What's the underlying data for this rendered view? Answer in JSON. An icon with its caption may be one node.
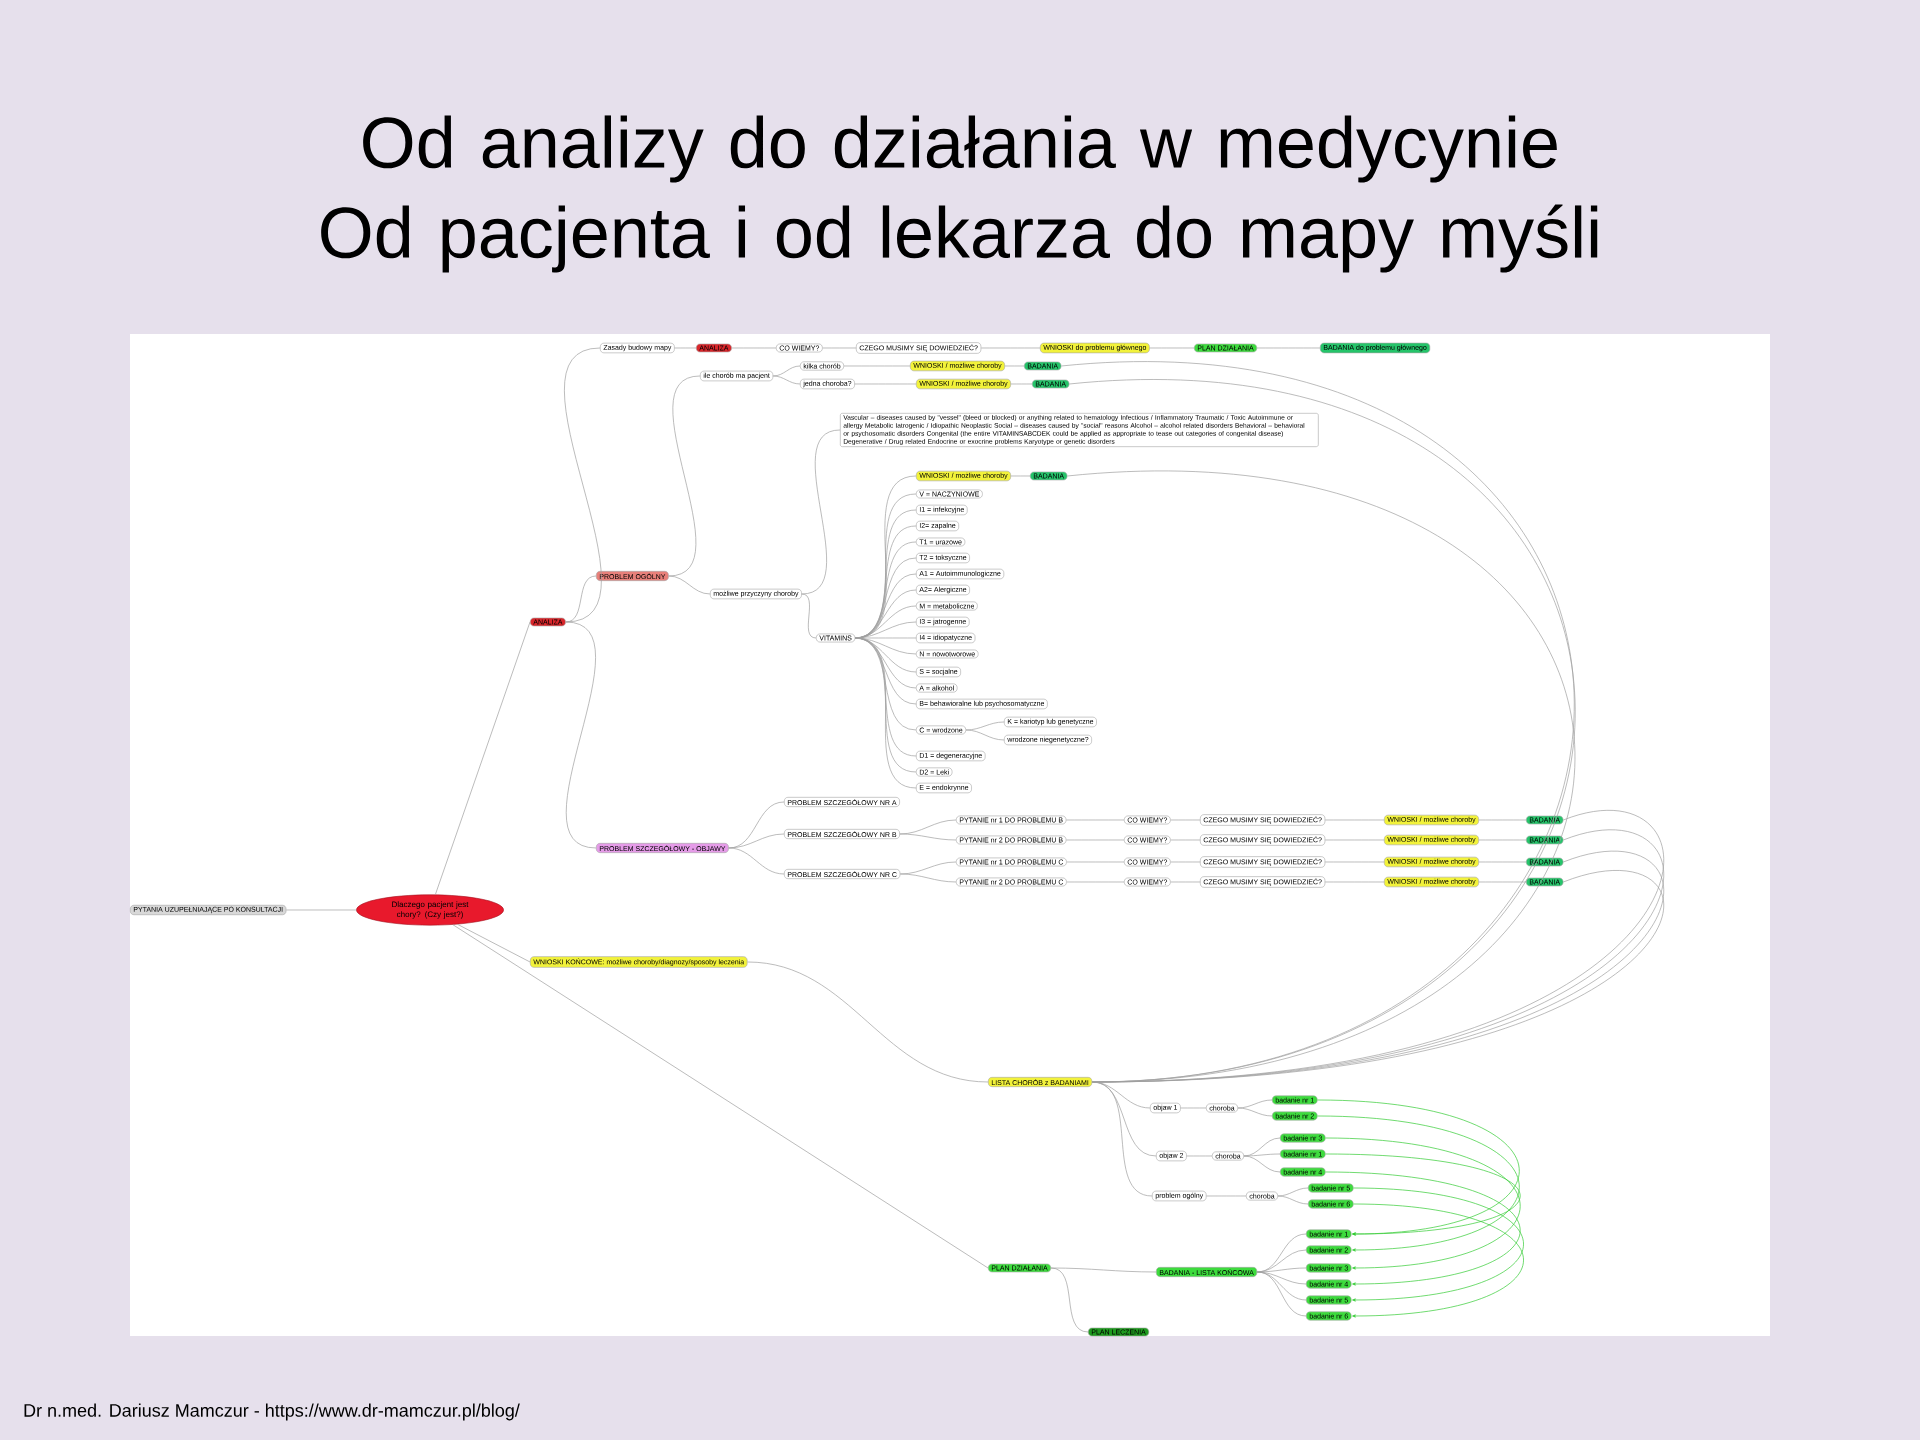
{
  "diagram": {
    "title": "Od analizy do działania w medycynie Od pacjenta i od lekarza do mapy myśli",
    "nodes": [
      {
        "text": [
          "Dlaczego pacjent jest chory? (Czy jest?)"
        ]
      },
      {
        "text": [
          "PYTANIA UZUPEŁNIAJĄCE PO KONSULTACJI"
        ]
      },
      {
        "text": [
          "ANALIZA"
        ]
      },
      {
        "text": [
          "Zasady budowy mapy"
        ]
      },
      {
        "text": [
          "ANALIZA"
        ]
      },
      {
        "text": [
          "CO WIEMY?"
        ]
      },
      {
        "text": [
          "CZEGO MUSIMY SIĘ DOWIEDZIEĆ?"
        ]
      },
      {
        "text": [
          "WNIOSKI do problemu głównego"
        ]
      },
      {
        "text": [
          "PLAN DZIAŁANIA"
        ]
      },
      {
        "text": [
          "BADANIA do problemu głównego"
        ]
      },
      {
        "text": [
          "PROBLEM OGÓLNY"
        ]
      },
      {
        "text": [
          "ile chorób ma pacjent"
        ]
      },
      {
        "text": [
          "kilka chorób"
        ]
      },
      {
        "text": [
          "WNIOSKI / możliwe choroby"
        ]
      },
      {
        "text": [
          "BADANIA"
        ]
      },
      {
        "text": [
          "jedna choroba?"
        ]
      },
      {
        "text": [
          "WNIOSKI / możliwe choroby"
        ]
      },
      {
        "text": [
          "BADANIA"
        ]
      },
      {
        "text": [
          "możliwe przyczyny choroby"
        ]
      },
      {
        "text": [
          "Vascular – diseases caused by \"vessel\" (bleed or blocked) or anything related to hematology Infectious / Inflammatory Traumatic / Toxic Autoimmune or allergy Metabolic Iatrogenic / Idiopathic Neoplastic Social – diseases caused by \"social\" reasons Alcohol – alcohol related disorders Behavioral – behavioral or psychosomatic disorders Congenital (the entire VITAMINSABCDEK could be applied as appropriate to tease out categories of congenital disease) Degenerative / Drug related Endocrine or exocrine problems Karyotype or genetic disorders"
        ]
      },
      {
        "text": [
          "VITAMINS"
        ]
      },
      {
        "text": [
          "WNIOSKI / możliwe choroby"
        ]
      },
      {
        "text": [
          "BADANIA"
        ]
      },
      {
        "text": [
          "V = NACZYNIOWE"
        ]
      },
      {
        "text": [
          "I1 = infekcyjne"
        ]
      },
      {
        "text": [
          "I2= zapalne"
        ]
      },
      {
        "text": [
          "T1 = urazowe"
        ]
      },
      {
        "text": [
          "T2 = toksyczne"
        ]
      },
      {
        "text": [
          "A1 = Autoimmunologiczne"
        ]
      },
      {
        "text": [
          "A2= Alergiczne"
        ]
      },
      {
        "text": [
          "M = metaboliczne"
        ]
      },
      {
        "text": [
          "I3 = jatrogenne"
        ]
      },
      {
        "text": [
          "I4 = idiopatyczne"
        ]
      },
      {
        "text": [
          "N = nowotworowe"
        ]
      },
      {
        "text": [
          "S = socjalne"
        ]
      },
      {
        "text": [
          "A = alkohol"
        ]
      },
      {
        "text": [
          "B= behawioralne lub psychosomatyczne"
        ]
      },
      {
        "text": [
          "C = wrodzone"
        ]
      },
      {
        "text": [
          "K = kariotyp lub genetyczne"
        ]
      },
      {
        "text": [
          "wrodzone niegenetyczne?"
        ]
      },
      {
        "text": [
          "D1 = degeneracyjne"
        ]
      },
      {
        "text": [
          "D2 = Leki"
        ]
      },
      {
        "text": [
          "E = endokrynne"
        ]
      },
      {
        "text": [
          "PROBLEM SZCZEGÓŁOWY - OBJAWY"
        ]
      },
      {
        "text": [
          "PROBLEM SZCZEGÓŁOWY NR A"
        ]
      },
      {
        "text": [
          "PROBLEM SZCZEGÓŁOWY NR B"
        ]
      },
      {
        "text": [
          "PROBLEM SZCZEGÓŁOWY NR C"
        ]
      },
      {
        "text": [
          "PYTANIE nr 1 DO PROBLEMU B"
        ]
      },
      {
        "text": [
          "CO WIEMY?"
        ]
      },
      {
        "text": [
          "CZEGO MUSIMY SIĘ DOWIEDZIEĆ?"
        ]
      },
      {
        "text": [
          "WNIOSKI / możliwe choroby"
        ]
      },
      {
        "text": [
          "BADANIA"
        ]
      },
      {
        "text": [
          "PYTANIE nr 2 DO PROBLEMU B"
        ]
      },
      {
        "text": [
          "CO WIEMY?"
        ]
      },
      {
        "text": [
          "CZEGO MUSIMY SIĘ DOWIEDZIEĆ?"
        ]
      },
      {
        "text": [
          "WNIOSKI / możliwe choroby"
        ]
      },
      {
        "text": [
          "BADANIA"
        ]
      },
      {
        "text": [
          "PYTANIE nr 1 DO PROBLEMU C"
        ]
      },
      {
        "text": [
          "CO WIEMY?"
        ]
      },
      {
        "text": [
          "CZEGO MUSIMY SIĘ DOWIEDZIEĆ?"
        ]
      },
      {
        "text": [
          "WNIOSKI / możliwe choroby"
        ]
      },
      {
        "text": [
          "BADANIA"
        ]
      },
      {
        "text": [
          "PYTANIE nr 2 DO PROBLEMU C"
        ]
      },
      {
        "text": [
          "CO WIEMY?"
        ]
      },
      {
        "text": [
          "CZEGO MUSIMY SIĘ DOWIEDZIEĆ?"
        ]
      },
      {
        "text": [
          "WNIOSKI / możliwe choroby"
        ]
      },
      {
        "text": [
          "BADANIA"
        ]
      },
      {
        "text": [
          "WNIOSKI KOŃCOWE: możliwe choroby/diagnozy/sposoby leczenia"
        ]
      },
      {
        "text": [
          "LISTA CHORÓB z BADANIAMI"
        ]
      },
      {
        "text": [
          "objaw 1"
        ]
      },
      {
        "text": [
          "choroba"
        ]
      },
      {
        "text": [
          "badanie nr 1"
        ]
      },
      {
        "text": [
          "badanie nr 2"
        ]
      },
      {
        "text": [
          "objaw 2"
        ]
      },
      {
        "text": [
          "choroba"
        ]
      },
      {
        "text": [
          "badanie nr 3"
        ]
      },
      {
        "text": [
          "badanie nr 1"
        ]
      },
      {
        "text": [
          "badanie nr 4"
        ]
      },
      {
        "text": [
          "problem ogólny"
        ]
      },
      {
        "text": [
          "choroba"
        ]
      },
      {
        "text": [
          "badanie nr 5"
        ]
      },
      {
        "text": [
          "badanie nr 6"
        ]
      },
      {
        "text": [
          "PLAN DZIAŁANIA"
        ]
      },
      {
        "text": [
          "BADANIA - LISTA KOŃCOWA"
        ]
      },
      {
        "text": [
          "badanie nr 1"
        ]
      },
      {
        "text": [
          "badanie nr 2"
        ]
      },
      {
        "text": [
          "badanie nr 3"
        ]
      },
      {
        "text": [
          "badanie nr 4"
        ]
      },
      {
        "text": [
          "badanie nr 5"
        ]
      },
      {
        "text": [
          "badanie nr 6"
        ]
      },
      {
        "text": [
          "PLAN LECZENIA"
        ]
      }
    ],
    "edges": [
      {
        "from": 0,
        "to": 1,
        "arrow": "none"
      },
      {
        "from": 0,
        "to": 2,
        "arrow": "none"
      },
      {
        "from": 2,
        "to": 3,
        "arrow": "none"
      },
      {
        "from": 3,
        "to": 4,
        "arrow": "none"
      },
      {
        "from": 4,
        "to": 5,
        "arrow": "none"
      },
      {
        "from": 5,
        "to": 6,
        "arrow": "none"
      },
      {
        "from": 6,
        "to": 7,
        "arrow": "none"
      },
      {
        "from": 7,
        "to": 8,
        "arrow": "none"
      },
      {
        "from": 8,
        "to": 9,
        "arrow": "none"
      },
      {
        "from": 2,
        "to": 10,
        "arrow": "none"
      },
      {
        "from": 10,
        "to": 11,
        "arrow": "none"
      },
      {
        "from": 11,
        "to": 12,
        "arrow": "none"
      },
      {
        "from": 12,
        "to": 13,
        "arrow": "none"
      },
      {
        "from": 13,
        "to": 14,
        "arrow": "none"
      },
      {
        "from": 11,
        "to": 15,
        "arrow": "none"
      },
      {
        "from": 15,
        "to": 16,
        "arrow": "none"
      },
      {
        "from": 16,
        "to": 17,
        "arrow": "none"
      },
      {
        "from": 10,
        "to": 18,
        "arrow": "none"
      },
      {
        "from": 18,
        "to": 19,
        "arrow": "none"
      },
      {
        "from": 18,
        "to": 20,
        "arrow": "none"
      },
      {
        "from": 20,
        "to": 21,
        "arrow": "none"
      },
      {
        "from": 21,
        "to": 22,
        "arrow": "none"
      },
      {
        "from": 20,
        "to": 23,
        "arrow": "none"
      },
      {
        "from": 20,
        "to": 24,
        "arrow": "none"
      },
      {
        "from": 20,
        "to": 25,
        "arrow": "none"
      },
      {
        "from": 20,
        "to": 26,
        "arrow": "none"
      },
      {
        "from": 20,
        "to": 27,
        "arrow": "none"
      },
      {
        "from": 20,
        "to": 28,
        "arrow": "none"
      },
      {
        "from": 20,
        "to": 29,
        "arrow": "none"
      },
      {
        "from": 20,
        "to": 30,
        "arrow": "none"
      },
      {
        "from": 20,
        "to": 31,
        "arrow": "none"
      },
      {
        "from": 20,
        "to": 32,
        "arrow": "none"
      },
      {
        "from": 20,
        "to": 33,
        "arrow": "none"
      },
      {
        "from": 20,
        "to": 34,
        "arrow": "none"
      },
      {
        "from": 20,
        "to": 35,
        "arrow": "none"
      },
      {
        "from": 20,
        "to": 36,
        "arrow": "none"
      },
      {
        "from": 20,
        "to": 37,
        "arrow": "none"
      },
      {
        "from": 37,
        "to": 38,
        "arrow": "none"
      },
      {
        "from": 37,
        "to": 39,
        "arrow": "none"
      },
      {
        "from": 20,
        "to": 40,
        "arrow": "none"
      },
      {
        "from": 20,
        "to": 41,
        "arrow": "none"
      },
      {
        "from": 20,
        "to": 42,
        "arrow": "none"
      },
      {
        "from": 2,
        "to": 43,
        "arrow": "none"
      },
      {
        "from": 43,
        "to": 44,
        "arrow": "none"
      },
      {
        "from": 43,
        "to": 45,
        "arrow": "none"
      },
      {
        "from": 43,
        "to": 46,
        "arrow": "none"
      },
      {
        "from": 45,
        "to": 47,
        "arrow": "none"
      },
      {
        "from": 47,
        "to": 48,
        "arrow": "none"
      },
      {
        "from": 48,
        "to": 49,
        "arrow": "none"
      },
      {
        "from": 49,
        "to": 50,
        "arrow": "none"
      },
      {
        "from": 50,
        "to": 51,
        "arrow": "none"
      },
      {
        "from": 45,
        "to": 52,
        "arrow": "none"
      },
      {
        "from": 52,
        "to": 53,
        "arrow": "none"
      },
      {
        "from": 53,
        "to": 54,
        "arrow": "none"
      },
      {
        "from": 54,
        "to": 55,
        "arrow": "none"
      },
      {
        "from": 55,
        "to": 56,
        "arrow": "none"
      },
      {
        "from": 46,
        "to": 57,
        "arrow": "none"
      },
      {
        "from": 57,
        "to": 58,
        "arrow": "none"
      },
      {
        "from": 58,
        "to": 59,
        "arrow": "none"
      },
      {
        "from": 59,
        "to": 60,
        "arrow": "none"
      },
      {
        "from": 60,
        "to": 61,
        "arrow": "none"
      },
      {
        "from": 46,
        "to": 62,
        "arrow": "none"
      },
      {
        "from": 62,
        "to": 63,
        "arrow": "none"
      },
      {
        "from": 63,
        "to": 64,
        "arrow": "none"
      },
      {
        "from": 64,
        "to": 65,
        "arrow": "none"
      },
      {
        "from": 65,
        "to": 66,
        "arrow": "none"
      },
      {
        "from": 0,
        "to": 67,
        "arrow": "none"
      },
      {
        "from": 67,
        "to": 68,
        "arrow": "none"
      },
      {
        "from": 68,
        "to": 69,
        "arrow": "none"
      },
      {
        "from": 69,
        "to": 70,
        "arrow": "none"
      },
      {
        "from": 70,
        "to": 71,
        "arrow": "none"
      },
      {
        "from": 70,
        "to": 72,
        "arrow": "none"
      },
      {
        "from": 68,
        "to": 73,
        "arrow": "none"
      },
      {
        "from": 73,
        "to": 74,
        "arrow": "none"
      },
      {
        "from": 74,
        "to": 75,
        "arrow": "none"
      },
      {
        "from": 74,
        "to": 76,
        "arrow": "none"
      },
      {
        "from": 74,
        "to": 77,
        "arrow": "none"
      },
      {
        "from": 68,
        "to": 78,
        "arrow": "none"
      },
      {
        "from": 78,
        "to": 79,
        "arrow": "none"
      },
      {
        "from": 79,
        "to": 80,
        "arrow": "none"
      },
      {
        "from": 79,
        "to": 81,
        "arrow": "none"
      },
      {
        "from": 0,
        "to": 82,
        "arrow": "none"
      },
      {
        "from": 82,
        "to": 83,
        "arrow": "none"
      },
      {
        "from": 83,
        "to": 84,
        "arrow": "none"
      },
      {
        "from": 83,
        "to": 85,
        "arrow": "none"
      },
      {
        "from": 83,
        "to": 86,
        "arrow": "none"
      },
      {
        "from": 83,
        "to": 87,
        "arrow": "none"
      },
      {
        "from": 83,
        "to": 88,
        "arrow": "none"
      },
      {
        "from": 83,
        "to": 89,
        "arrow": "none"
      },
      {
        "from": 82,
        "to": 90,
        "arrow": "none"
      },
      {
        "from": 14,
        "to": 68,
        "arrow": "none"
      },
      {
        "from": 17,
        "to": 68,
        "arrow": "none"
      },
      {
        "from": 22,
        "to": 68,
        "arrow": "none"
      },
      {
        "from": 51,
        "to": 68,
        "arrow": "none"
      },
      {
        "from": 56,
        "to": 68,
        "arrow": "none"
      },
      {
        "from": 61,
        "to": 68,
        "arrow": "none"
      },
      {
        "from": 66,
        "to": 68,
        "arrow": "none"
      },
      {
        "from": 71,
        "to": 84,
        "arrow": "to",
        "color": "#33cc33"
      },
      {
        "from": 72,
        "to": 85,
        "arrow": "to",
        "color": "#33cc33"
      },
      {
        "from": 75,
        "to": 86,
        "arrow": "to",
        "color": "#33cc33"
      },
      {
        "from": 76,
        "to": 84,
        "arrow": "to",
        "color": "#33cc33"
      },
      {
        "from": 77,
        "to": 87,
        "arrow": "to",
        "color": "#33cc33"
      },
      {
        "from": 80,
        "to": 88,
        "arrow": "to",
        "color": "#33cc33"
      },
      {
        "from": 81,
        "to": 89,
        "arrow": "to",
        "color": "#33cc33"
      }
    ],
    "labels": [
      "Dr n.med. Dariusz Mamczur - https://www.dr-mamczur.pl/blog/"
    ]
  }
}
